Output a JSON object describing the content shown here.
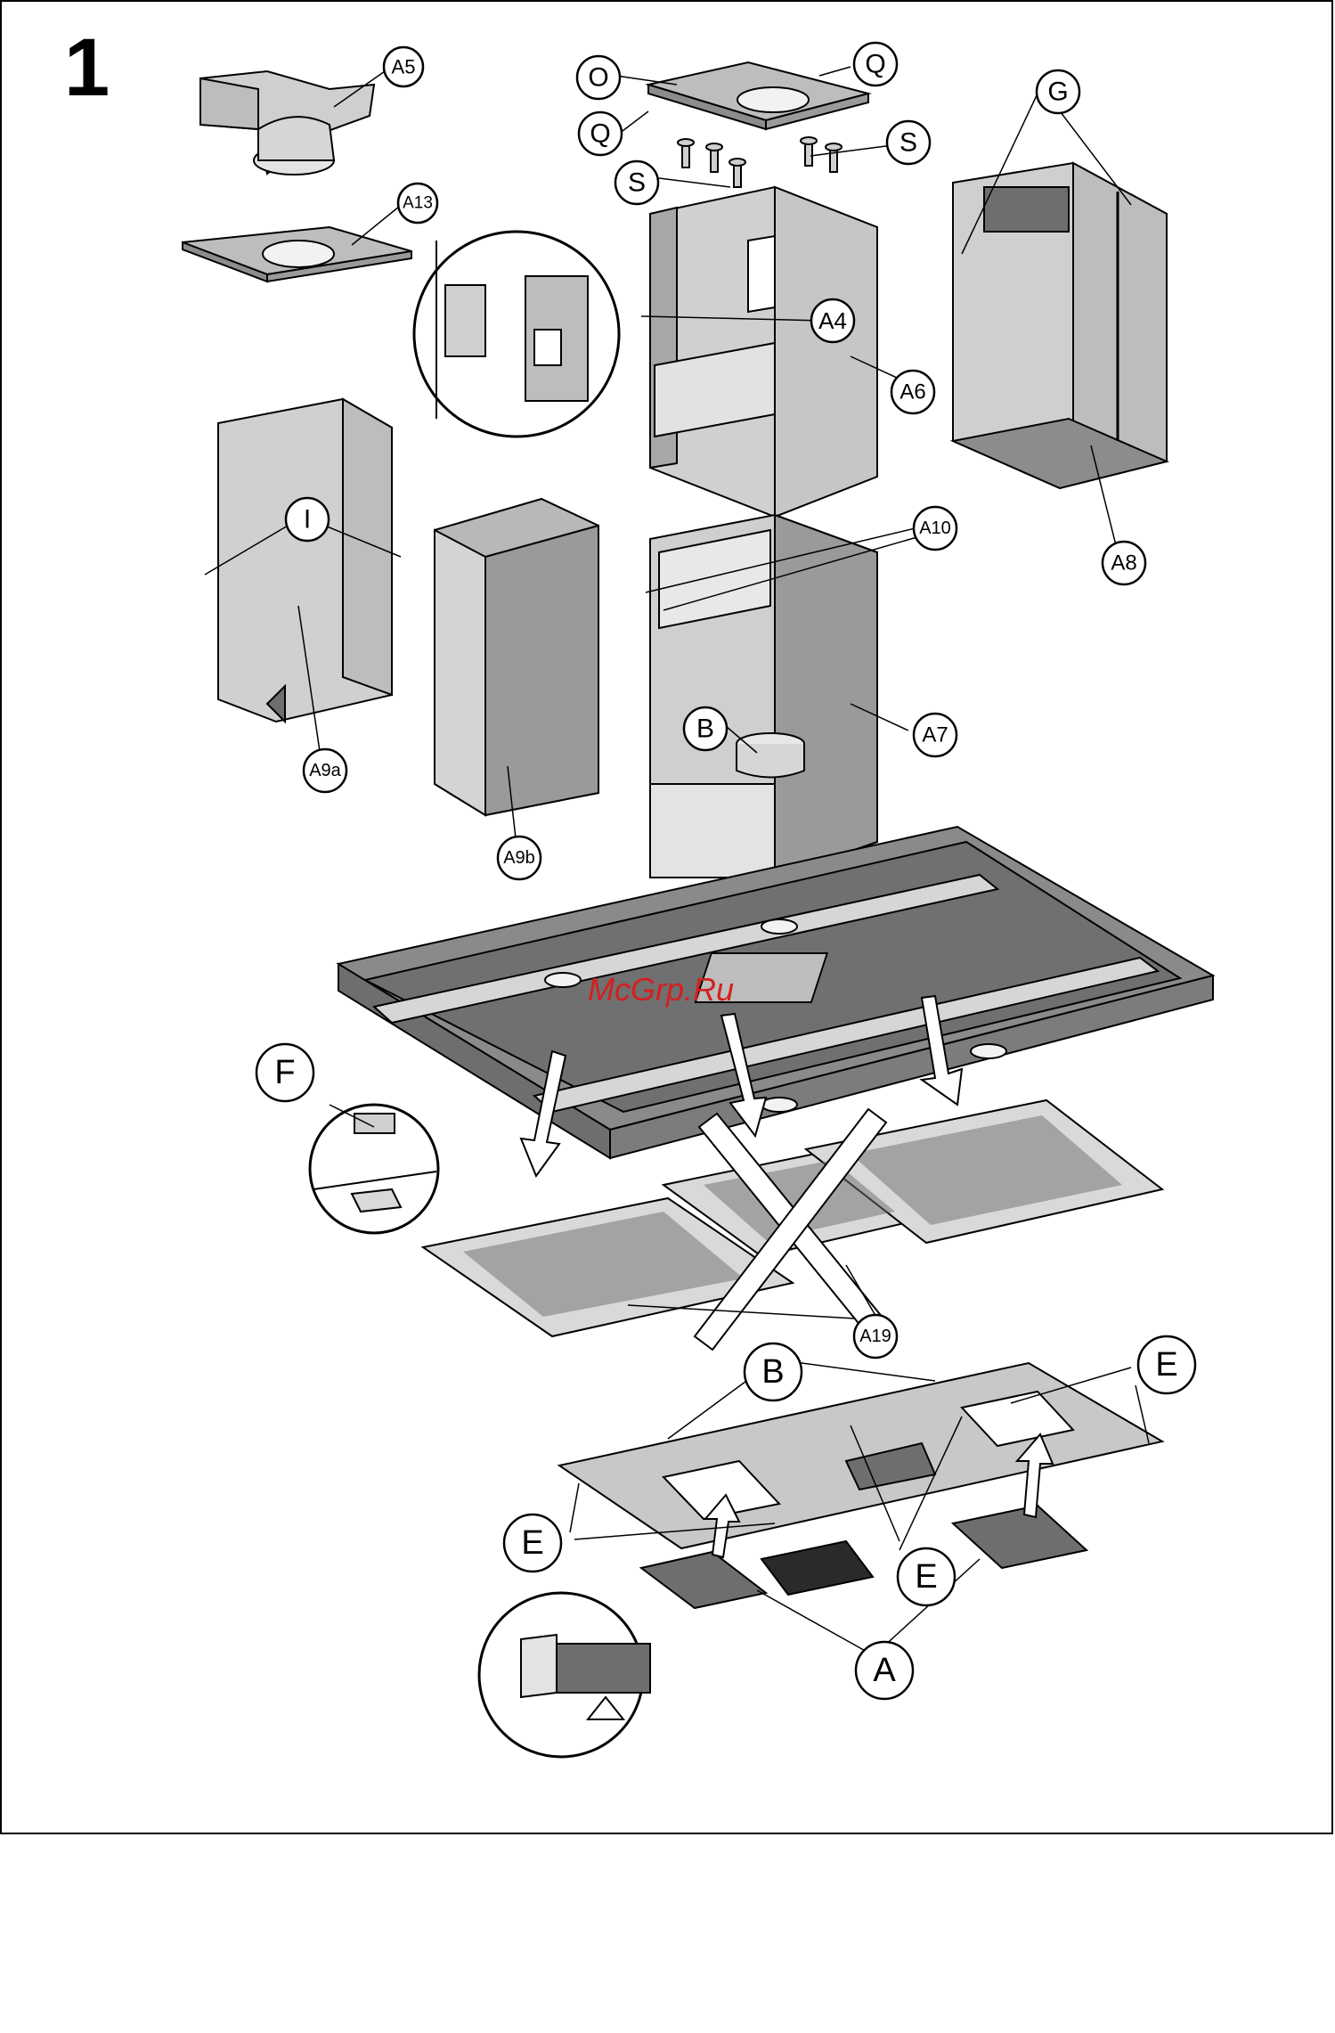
{
  "figure_number": "1",
  "watermark": "McGrp.Ru",
  "labels": {
    "A5": "A5",
    "A13": "A13",
    "O": "O",
    "Q": "Q",
    "S": "S",
    "A4": "A4",
    "A6": "A6",
    "G": "G",
    "A8": "A8",
    "I": "I",
    "A9a": "A9a",
    "A9b": "A9b",
    "A10": "A10",
    "B": "B",
    "A7": "A7",
    "F": "F",
    "A19": "A19",
    "E": "E",
    "A": "A"
  },
  "colors": {
    "panel_light": "#d9d9d9",
    "panel_mid": "#b8b8b8",
    "panel_dark": "#8c8c8c",
    "panel_darkest": "#6e6e6e",
    "watermark": "#d41f1f"
  }
}
